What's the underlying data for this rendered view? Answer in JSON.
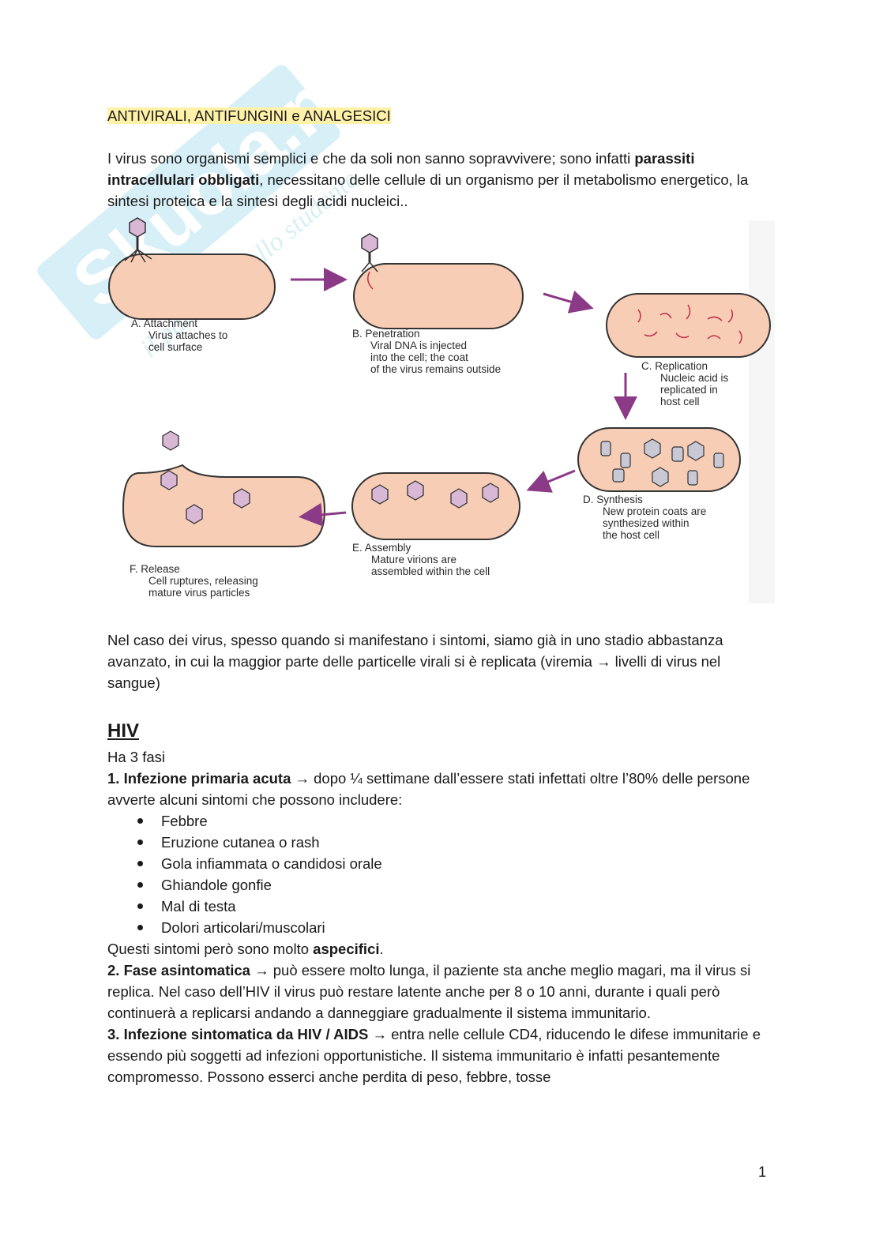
{
  "watermark": {
    "brand": "Skuola.net",
    "tagline": "il paradiso dello studente"
  },
  "title": "ANTIVIRALI, ANTIFUNGINI e ANALGESICI",
  "intro": {
    "t1": "I virus sono organismi semplici e che da soli non sanno sopravvivere; sono infatti ",
    "b1": "parassiti intracellulari obbligati",
    "t2": ", necessitano delle cellule di un organismo per il metabolismo energetico, la sintesi proteica e la sintesi degli acidi nucleici.."
  },
  "diagram": {
    "a": [
      "A. Attachment",
      "Virus attaches to",
      "cell surface"
    ],
    "b": [
      "B. Penetration",
      "Viral DNA is injected",
      "into the cell; the coat",
      "of the virus remains outside"
    ],
    "c": [
      "C. Replication",
      "Nucleic acid is",
      "replicated in",
      "host cell"
    ],
    "d": [
      "D. Synthesis",
      "New protein coats are",
      "synthesized within",
      "the host cell"
    ],
    "e": [
      "E. Assembly",
      "Mature virions are",
      "assembled within the cell"
    ],
    "f": [
      "F. Release",
      "Cell ruptures, releasing",
      "mature virus particles"
    ],
    "colors": {
      "cell": "#f7cdb5",
      "arrow": "#8a3a86",
      "outline": "#333333"
    }
  },
  "para2": "Nel caso dei virus, spesso quando si manifestano i sintomi, siamo già in uno stadio abbastanza avanzato, in cui la maggior parte delle particelle virali si è replicata (viremia → livelli di virus nel sangue)",
  "hiv": {
    "heading": "HIV",
    "intro": "Ha 3 fasi",
    "phase1": {
      "b": "1. Infezione primaria acuta",
      "t": " → dopo ¼ settimane dall’essere stati infettati oltre l’80% delle persone avverte alcuni sintomi che possono includere:"
    },
    "symptoms": [
      "Febbre",
      "Eruzione cutanea o rash",
      "Gola infiammata o candidosi orale",
      "Ghiandole gonfie",
      "Mal di testa",
      "Dolori articolari/muscolari"
    ],
    "note": {
      "t": "Questi sintomi però sono molto ",
      "b": "aspecifici",
      "end": "."
    },
    "phase2": {
      "b": "2. Fase asintomatica",
      "t": " → può essere molto lunga, il paziente sta anche meglio magari, ma il virus si replica. Nel caso dell’HIV il virus può restare latente anche per 8 o 10 anni, durante i quali però continuerà a replicarsi andando a danneggiare gradualmente il sistema immunitario."
    },
    "phase3": {
      "b": "3. Infezione sintomatica da HIV / AIDS",
      "t": " → entra nelle cellule CD4, riducendo le difese immunitarie e essendo più soggetti ad infezioni opportunistiche. Il sistema immunitario è infatti pesantemente compromesso. Possono esserci anche perdita di peso, febbre, tosse"
    }
  },
  "page_number": "1"
}
